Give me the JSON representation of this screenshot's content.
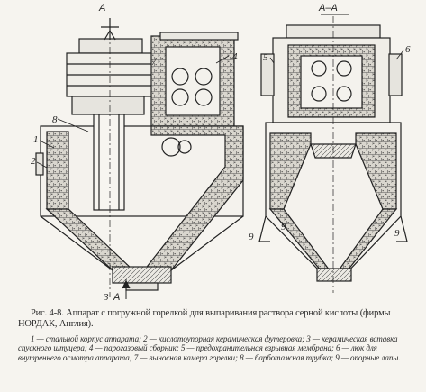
{
  "figure": {
    "section_label": "А–А",
    "cut_mark_a": "A",
    "cut_mark_a2": "A",
    "callouts": [
      "1",
      "2",
      "3",
      "4",
      "5",
      "6",
      "7",
      "8",
      "9",
      "9",
      "9"
    ]
  },
  "caption": {
    "title": "Рис. 4-8. Аппарат с погружной горелкой для выпаривания раствора серной кислоты (фирмы НОРДАК, Англия).",
    "legend": "1 — стальной корпус аппарата; 2 — кислотоупорная керамическая футеровка; 3 — керамическая вставка спускного штуцера; 4 — парогазовый сборник; 5 — предохранительная взрывная мембрана; 6 — люк для внутреннего осмотра аппарата; 7 — выносная камера горелки; 8 — барботажная трубка; 9 — опорные лапы."
  }
}
